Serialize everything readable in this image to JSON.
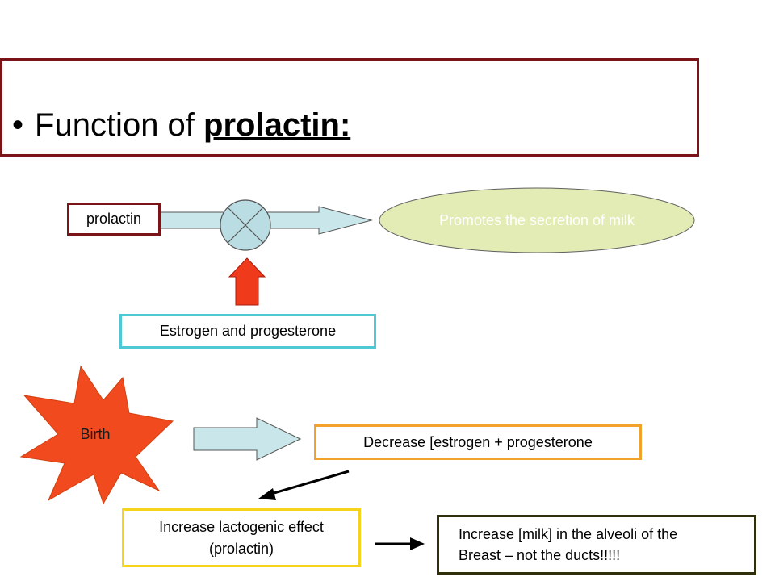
{
  "title": {
    "bullet": "•",
    "prefix": "Function of ",
    "emphasis": "prolactin:"
  },
  "diagram": {
    "prolactin": "prolactin",
    "effect": "Promotes the secretion of milk",
    "modulator": "Estrogen and progesterone",
    "birth": "Birth",
    "decrease": "Decrease [estrogen + progesterone",
    "lactogenic_line1": "Increase lactogenic effect",
    "lactogenic_line2": "(prolactin)",
    "milk_line1": "Increase [milk] in the alveoli of the",
    "milk_line2": "Breast – not the ducts!!!!!"
  },
  "colors": {
    "title_border": "#7a1418",
    "ellipse_fill": "#e3ecb4",
    "arrow_fill": "#c9e6ea",
    "up_arrow_fill": "#f03a1c",
    "birth_fill": "#f04a1e",
    "cyan_border": "#4ec8d2",
    "orange_border": "#f2a12b",
    "yellow_border": "#f5d21b",
    "olive_border": "#2f2f0c"
  }
}
